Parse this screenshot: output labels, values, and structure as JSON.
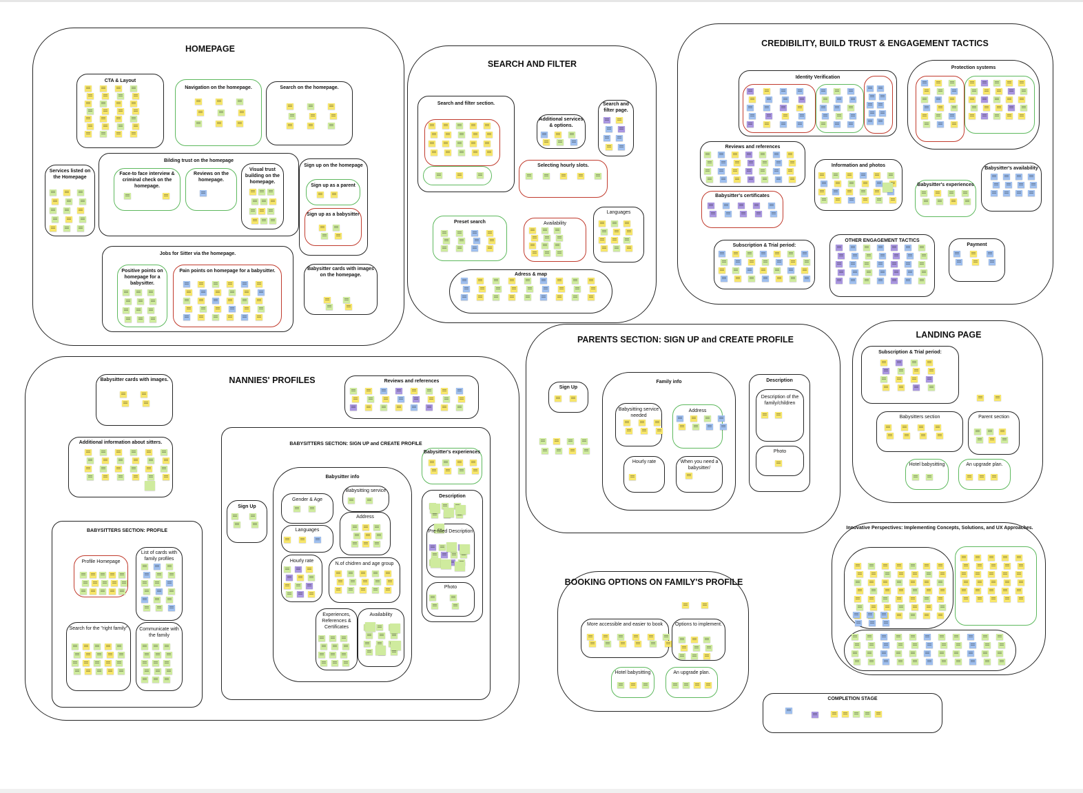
{
  "colors": {
    "border": "#222222",
    "red_outline": "#c0392b",
    "green_outline": "#5cb85c",
    "note_yellow": "#f7e66b",
    "note_green": "#cfeb9e",
    "note_blue": "#9fbfee",
    "note_purple": "#a996e0"
  },
  "sections": {
    "homepage": {
      "title": "HOMEPAGE",
      "cta": "CTA & Layout",
      "navigation": "Navigation on the homepage.",
      "search": "Search on the homepage.",
      "building_trust": "Bilding trust on the homepage",
      "face_to_face": "Face-to face interview & criminal check on the homepage.",
      "reviews": "Reviews on the homepage.",
      "visual_trust": "Visual trust building on the homepage.",
      "services": "Services listed on the Homepage",
      "sign_up": "Sign up on the homepage",
      "sign_up_parent": "Sign up as a parent",
      "sign_up_babysitter": "Sign up as a babysitter",
      "jobs": "Jobs for Sitter via the homepage.",
      "positive": "Positive points on homepage for a babysitter.",
      "pain": "Pain points on homepage for a babysitter.",
      "cards": "Babysitter cards with images on the homepage."
    },
    "search_filter": {
      "title": "SEARCH AND FILTER",
      "section": "Search and filter section.",
      "additional": "Additional services & options.",
      "page": "Search and filter page.",
      "hourly": "Selecting hourly slots.",
      "preset": "Preset search",
      "availability": "Availability",
      "languages": "Languages",
      "address": "Adress & map"
    },
    "credibility": {
      "title": "CREDIBILITY, BUILD TRUST & ENGAGEMENT TACTICS",
      "identity": "Identity Verification",
      "protection": "Protection systems",
      "reviews": "Reviews and references",
      "info_photos": "Information and photos",
      "availability": "Babysitter's availability",
      "experiences": "Babysitter's experiences",
      "certificates": "Babysitter's certificates",
      "subscription": "Subscription & Trial period:",
      "other": "OTHER ENGAGEMENT TACTICS",
      "payment": "Payment"
    },
    "nannies": {
      "title": "NANNIES' PROFILES",
      "cards": "Babysitter cards with images.",
      "reviews": "Reviews and references",
      "additional": "Additional information about sitters.",
      "signup_section": "BABYSITTERS SECTION: SIGN UP and CREATE PROFILE",
      "experiences": "Babysitter's experiences",
      "sign_up": "Sign Up",
      "info": "Babysitter info",
      "gender": "Gender & Age",
      "service": "Babysitting service",
      "languages": "Languages",
      "address": "Address",
      "hourly": "Hourly rate",
      "children": "N.of chidren and age group",
      "exp_refs": "Experiences, References & Certificates",
      "availability": "Availability",
      "description": "Description",
      "prefilled": "Pre-filled Description",
      "photo": "Photo",
      "profile_section": "BABYSITTERS SECTION: PROFILE",
      "profile_homepage": "Profile Homepage",
      "family_cards": "List of cards with family profiles",
      "search_family": "Search for the \"right family\"",
      "communicate": "Communicate with the family"
    },
    "parents": {
      "title": "PARENTS SECTION: SIGN UP and CREATE PROFILE",
      "sign_up": "Sign Up",
      "family_info": "Family info",
      "service_needed": "Babysitting service needed",
      "address": "Address",
      "hourly": "Hourly rate",
      "when": "When you need a babysitter/",
      "description": "Description",
      "desc_family": "Description of the family/children",
      "photo": "Photo"
    },
    "landing": {
      "title": "LANDING PAGE",
      "subscription": "Subscription & Trial period:",
      "babysitters": "Babysitters section",
      "parent": "Parent section",
      "hotel": "Hotel babysitting",
      "upgrade": "An upgrade plan."
    },
    "booking": {
      "title": "BOOKING OPTIONS ON FAMILY'S PROFILE",
      "accessible": "More accessible and easier to book",
      "options": "Options to implement.",
      "hotel": "Hotel babysitting",
      "upgrade": "An upgrade plan."
    },
    "innovative": {
      "title": "Innovative Perspectives: Implementing Concepts, Solutions, and UX Approaches."
    },
    "completion": {
      "title": "COMPLETION STAGE"
    }
  }
}
